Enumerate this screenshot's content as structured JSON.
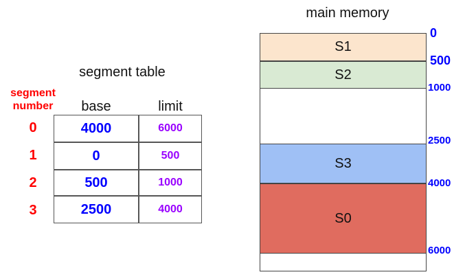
{
  "segment_table": {
    "title": "segment table",
    "segment_number_label": [
      "segment",
      "number"
    ],
    "columns": {
      "base": "base",
      "limit": "limit"
    },
    "rows": [
      {
        "index": "0",
        "base": "4000",
        "limit": "6000"
      },
      {
        "index": "1",
        "base": "0",
        "limit": "500"
      },
      {
        "index": "2",
        "base": "500",
        "limit": "1000"
      },
      {
        "index": "3",
        "base": "2500",
        "limit": "4000"
      }
    ]
  },
  "main_memory": {
    "title": "main memory",
    "segments": [
      {
        "label": "S1",
        "color": "#fce5cd"
      },
      {
        "label": "S2",
        "color": "#d9ead3"
      },
      {
        "label": "S3",
        "color": "#9fc0f5"
      },
      {
        "label": "S0",
        "color": "#e06c5f"
      }
    ],
    "addresses": [
      "0",
      "500",
      "1000",
      "2500",
      "4000",
      "6000"
    ]
  },
  "colors": {
    "segment_index": "#ff0000",
    "base_value": "#0000ff",
    "limit_value": "#9900ff",
    "address": "#0000ff"
  }
}
